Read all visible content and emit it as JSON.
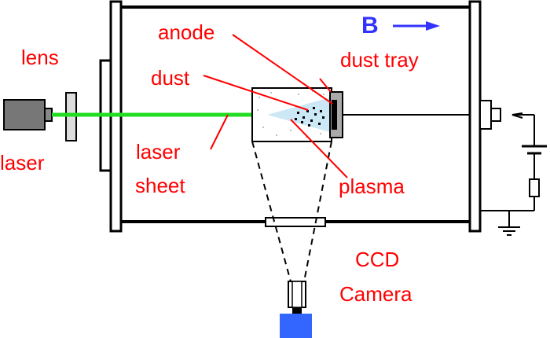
{
  "labels": {
    "lens": "lens",
    "laser": "laser",
    "anode": "anode",
    "dust_tray": "dust tray",
    "dust": "dust",
    "laser_sheet_line1": "laser",
    "laser_sheet_line2": "sheet",
    "plasma": "plasma",
    "ccd_line1": "CCD",
    "ccd_line2": "Camera",
    "field": "B"
  },
  "colors": {
    "label": "#ff0000",
    "field": "#3333ff",
    "laser_beam": "#22dd22",
    "camera_body": "#3366ff",
    "plasma_glow": "#cce7f5",
    "laser_body": "#777777",
    "lens": "#dddddd",
    "chamber": "#000000"
  }
}
